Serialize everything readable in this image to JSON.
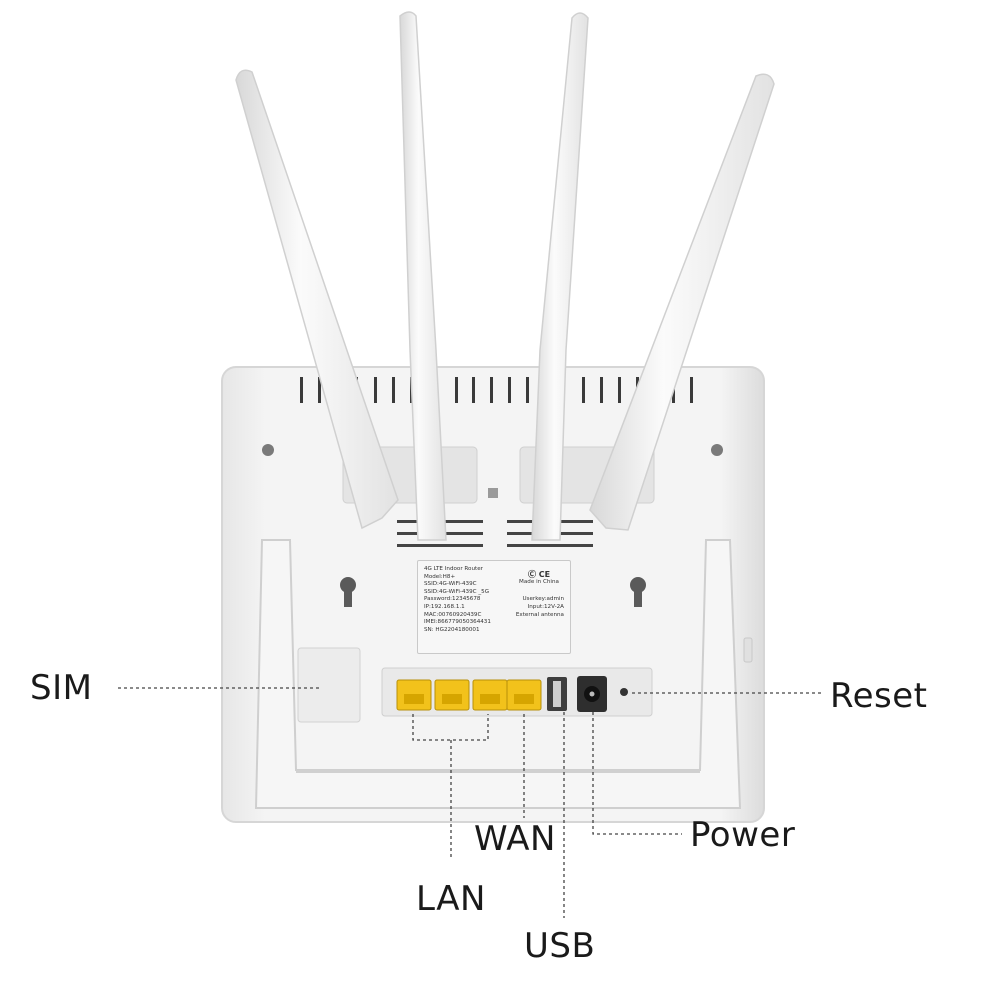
{
  "callouts": {
    "sim": "SIM",
    "reset": "Reset",
    "power": "Power",
    "wan": "WAN",
    "lan": "LAN",
    "usb": "USB"
  },
  "label": {
    "model_line": "4G LTE Indoor Router",
    "model": "Model:H8+",
    "ssid1": "SSID:4G-WiFi-439C",
    "ssid2": "SSID:4G-WiFi-439C _5G",
    "password": "Password:12345678",
    "userkey": "Userkey:admin",
    "ip": "IP:192.168.1.1",
    "input": "Input:12V-2A",
    "mac": "MAC:00760920439C",
    "antenna": "External antenna",
    "imei": "IMEI:866779050364431",
    "sn": "SN:  HG2204180001",
    "made_in": "Made in China",
    "cert_marks": "Ⓒ CE"
  },
  "colors": {
    "body": "#f3f3f3",
    "port_yellow": "#f2c21b",
    "callout_text": "#1a1a1a",
    "leader_line": "#444444"
  },
  "icons": [
    "router-icon",
    "antenna-icon",
    "sim-slot-icon",
    "lan-port-icon",
    "usb-port-icon",
    "power-jack-icon",
    "reset-hole-icon"
  ]
}
